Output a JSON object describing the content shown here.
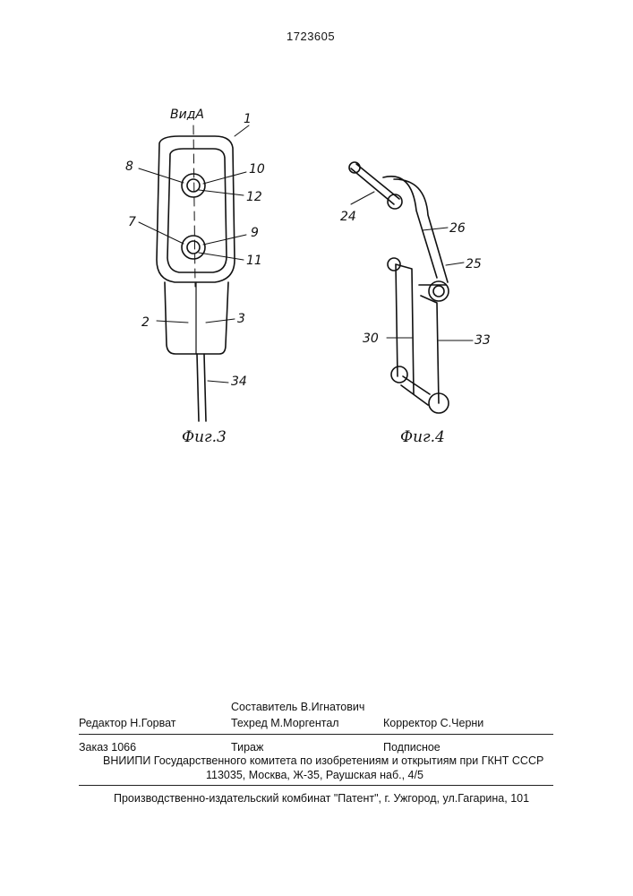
{
  "header": {
    "patent_number": "1723605"
  },
  "figure3": {
    "view_label": "ВидА",
    "labels": [
      "1",
      "8",
      "10",
      "12",
      "7",
      "9",
      "11",
      "2",
      "3",
      "34"
    ],
    "caption": "Фиг.3"
  },
  "figure4": {
    "labels": [
      "24",
      "26",
      "25",
      "30",
      "33"
    ],
    "caption": "Фиг.4"
  },
  "credits": {
    "compiler": "Составитель  В.Игнатович",
    "editor": "Редактор  Н.Горват",
    "tech_editor": "Техред М.Моргентал",
    "corrector": "Корректор  С.Черни",
    "order": "Заказ  1066",
    "circulation": "Тираж",
    "subscription": "Подписное",
    "institute": "ВНИИПИ Государственного комитета по изобретениям и открытиям при ГКНТ СССР",
    "address": "113035, Москва, Ж-35, Раушская наб., 4/5",
    "publisher": "Производственно-издательский комбинат \"Патент\", г. Ужгород, ул.Гагарина, 101"
  }
}
